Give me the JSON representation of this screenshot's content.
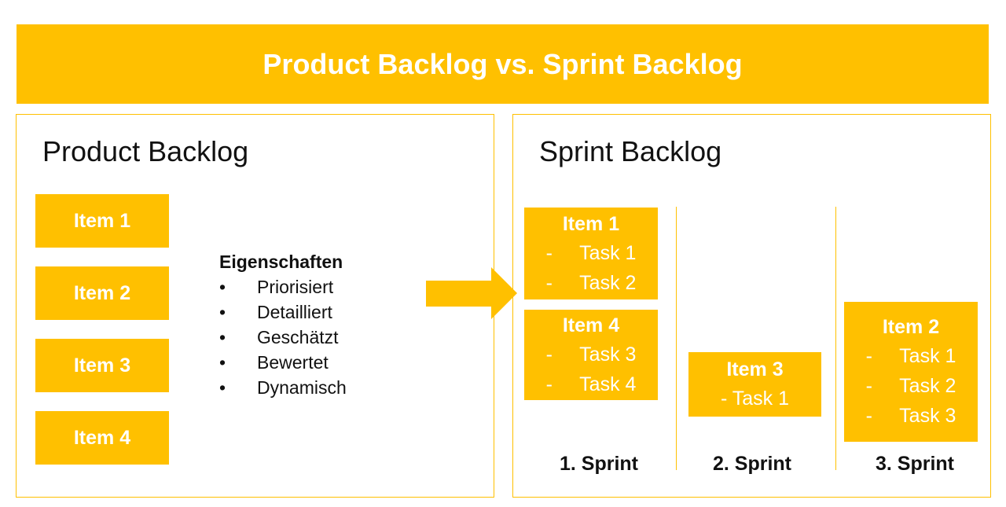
{
  "title": "Product Backlog vs. Sprint Backlog",
  "product_backlog": {
    "title": "Product Backlog",
    "items": [
      "Item 1",
      "Item 2",
      "Item 3",
      "Item 4"
    ],
    "properties_title": "Eigenschaften",
    "properties": [
      "Priorisiert",
      "Detailliert",
      "Geschätzt",
      "Bewertet",
      "Dynamisch"
    ]
  },
  "sprint_backlog": {
    "title": "Sprint Backlog",
    "boxes": [
      {
        "item": "Item 1",
        "tasks": [
          "-     Task 1",
          "-     Task 2"
        ]
      },
      {
        "item": "Item 4",
        "tasks": [
          "-     Task 3",
          "-     Task 4"
        ]
      },
      {
        "item": "Item 3",
        "tasks": [
          "- Task 1"
        ]
      },
      {
        "item": "Item 2",
        "tasks": [
          "-     Task 1",
          "-     Task 2",
          "-     Task 3"
        ]
      }
    ],
    "sprints": [
      "1. Sprint",
      "2. Sprint",
      "3. Sprint"
    ]
  },
  "colors": {
    "accent": "#FFC000"
  }
}
